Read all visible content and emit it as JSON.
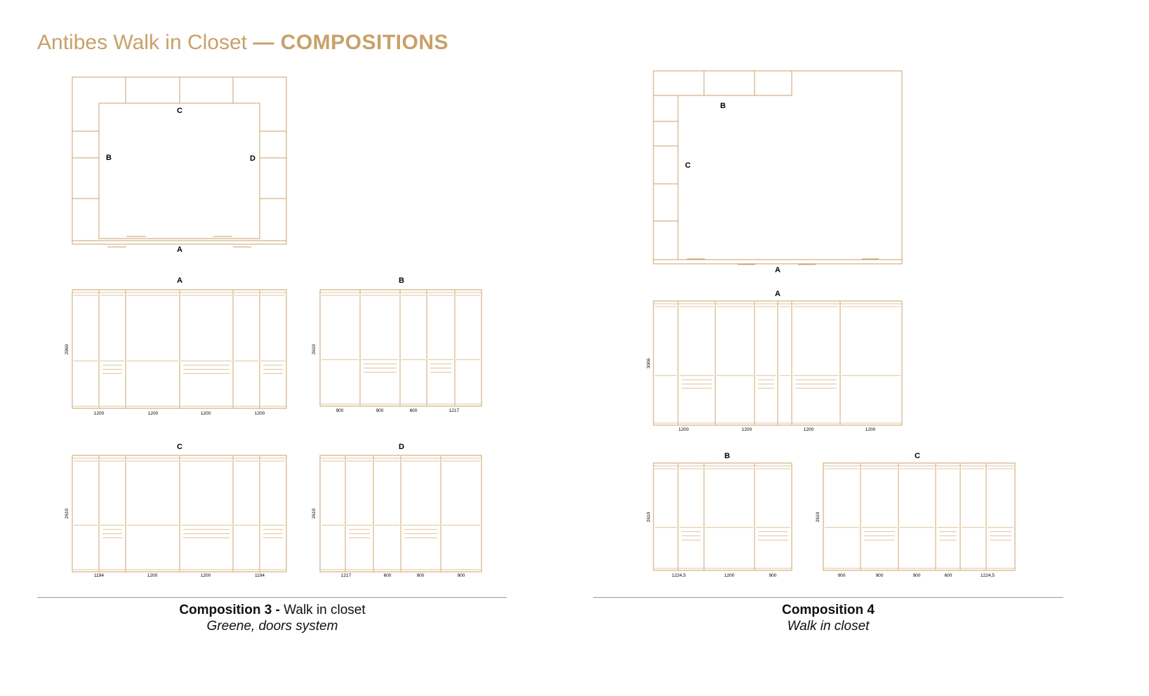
{
  "header": {
    "title_light": "Antibes Walk in Closet ",
    "title_bold": "— COMPOSITIONS"
  },
  "colors": {
    "accent": "#c9a06a",
    "line": "#e0c39c"
  },
  "composition3": {
    "caption_bold": "Composition 3 - ",
    "caption_rest": "Walk in closet",
    "caption_sub": "Greene, doors system",
    "plan_labels": {
      "a": "A",
      "b": "B",
      "c": "C",
      "d": "D"
    },
    "elevations": {
      "a": {
        "label": "A",
        "height": "2960",
        "widths": [
          "1200",
          "1200",
          "1200",
          "1200"
        ]
      },
      "b": {
        "label": "B",
        "height": "2610",
        "widths": [
          "900",
          "900",
          "600",
          "1217"
        ]
      },
      "c": {
        "label": "C",
        "height": "2610",
        "widths": [
          "1194",
          "1200",
          "1200",
          "1194"
        ]
      },
      "d": {
        "label": "D",
        "height": "2610",
        "widths": [
          "1217",
          "600",
          "900",
          "900"
        ]
      }
    }
  },
  "composition4": {
    "caption_bold": "Composition 4",
    "caption_sub": "Walk in closet",
    "plan_labels": {
      "a": "A",
      "b": "B",
      "c": "C"
    },
    "elevations": {
      "a": {
        "label": "A",
        "height": "3006",
        "widths": [
          "1200",
          "1200",
          "1200",
          "1200"
        ]
      },
      "b": {
        "label": "B",
        "height": "2610",
        "widths": [
          "1224,5",
          "1200",
          "900"
        ]
      },
      "c": {
        "label": "C",
        "height": "2610",
        "widths": [
          "900",
          "900",
          "900",
          "600",
          "1224,5"
        ]
      }
    }
  }
}
